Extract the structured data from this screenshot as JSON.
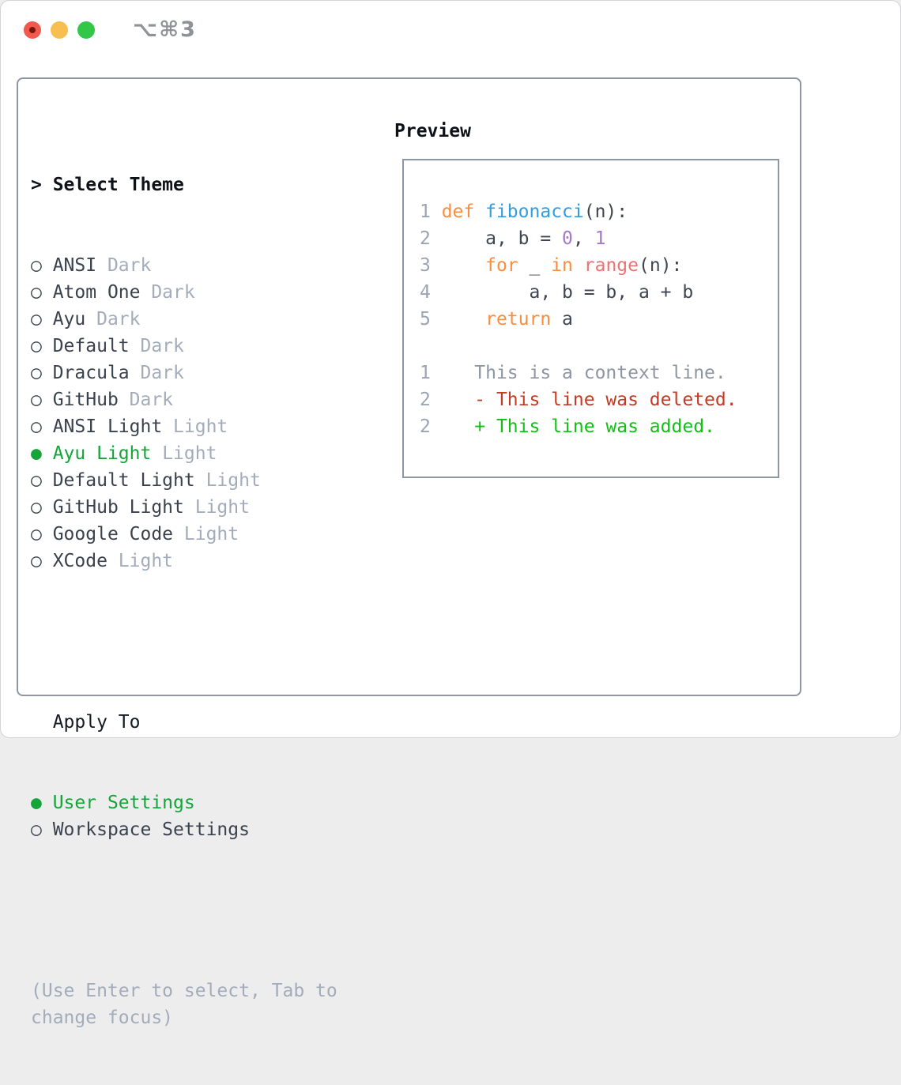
{
  "window": {
    "title": "⌥⌘3"
  },
  "colors": {
    "green": "#14a438",
    "add": "#10c013",
    "del": "#c43a22",
    "kw": "#fa8d3e",
    "fn": "#2f9ee5",
    "numlit": "#a37acc",
    "call": "#f07171",
    "txt": "#3e4653",
    "num": "#9aa4b2",
    "ctx": "#8d96a1",
    "muted": "#a2acba",
    "dark": "#3a424e",
    "header": "#0d1218",
    "border": "#8c96a4",
    "titlebar_title": "#8f9296",
    "btn_red": "#f2594e",
    "btn_yellow": "#f6bf4f",
    "btn_green": "#33c748",
    "btn_red_dot": "#7a150c"
  },
  "theme_menu": {
    "header": "> Select Theme",
    "items": [
      {
        "prefix": "○",
        "name": "ANSI",
        "variant": "Dark",
        "selected": false
      },
      {
        "prefix": "○",
        "name": "Atom One",
        "variant": "Dark",
        "selected": false
      },
      {
        "prefix": "○",
        "name": "Ayu",
        "variant": "Dark",
        "selected": false
      },
      {
        "prefix": "○",
        "name": "Default",
        "variant": "Dark",
        "selected": false
      },
      {
        "prefix": "○",
        "name": "Dracula",
        "variant": "Dark",
        "selected": false
      },
      {
        "prefix": "○",
        "name": "GitHub",
        "variant": "Dark",
        "selected": false
      },
      {
        "prefix": "○",
        "name": "ANSI Light",
        "variant": "Light",
        "selected": false
      },
      {
        "prefix": "●",
        "name": "Ayu Light",
        "variant": "Light",
        "selected": true
      },
      {
        "prefix": "○",
        "name": "Default Light",
        "variant": "Light",
        "selected": false
      },
      {
        "prefix": "○",
        "name": "GitHub Light",
        "variant": "Light",
        "selected": false
      },
      {
        "prefix": "○",
        "name": "Google Code",
        "variant": "Light",
        "selected": false
      },
      {
        "prefix": "○",
        "name": "XCode",
        "variant": "Light",
        "selected": false
      }
    ]
  },
  "apply_to": {
    "header": "  Apply To",
    "options": [
      {
        "prefix": "●",
        "label": "User Settings",
        "selected": true
      },
      {
        "prefix": "○",
        "label": "Workspace Settings",
        "selected": false
      }
    ]
  },
  "help_text": "(Use Enter to select, Tab to change focus)",
  "preview": {
    "header": "Preview",
    "code_lines": [
      [
        [
          "num",
          "1 "
        ],
        [
          "kw",
          "def"
        ],
        [
          "txt",
          " "
        ],
        [
          "fn",
          "fibonacci"
        ],
        [
          "txt",
          "(n):"
        ]
      ],
      [
        [
          "num",
          "2 "
        ],
        [
          "txt",
          "    a, b = "
        ],
        [
          "numlit",
          "0"
        ],
        [
          "txt",
          ", "
        ],
        [
          "numlit",
          "1"
        ]
      ],
      [
        [
          "num",
          "3 "
        ],
        [
          "txt",
          "    "
        ],
        [
          "kw",
          "for"
        ],
        [
          "txt",
          " _ "
        ],
        [
          "kw",
          "in"
        ],
        [
          "txt",
          " "
        ],
        [
          "call",
          "range"
        ],
        [
          "txt",
          "(n):"
        ]
      ],
      [
        [
          "num",
          "4 "
        ],
        [
          "txt",
          "        a, b = b, a + b"
        ]
      ],
      [
        [
          "num",
          "5 "
        ],
        [
          "txt",
          "    "
        ],
        [
          "kw",
          "return"
        ],
        [
          "txt",
          " a"
        ]
      ],
      [],
      [
        [
          "num",
          "1"
        ],
        [
          "ctx",
          "    This is a context line."
        ]
      ],
      [
        [
          "num",
          "2"
        ],
        [
          "del",
          "    - This line was deleted."
        ]
      ],
      [
        [
          "num",
          "2"
        ],
        [
          "add",
          "    + This line was added."
        ]
      ]
    ]
  }
}
